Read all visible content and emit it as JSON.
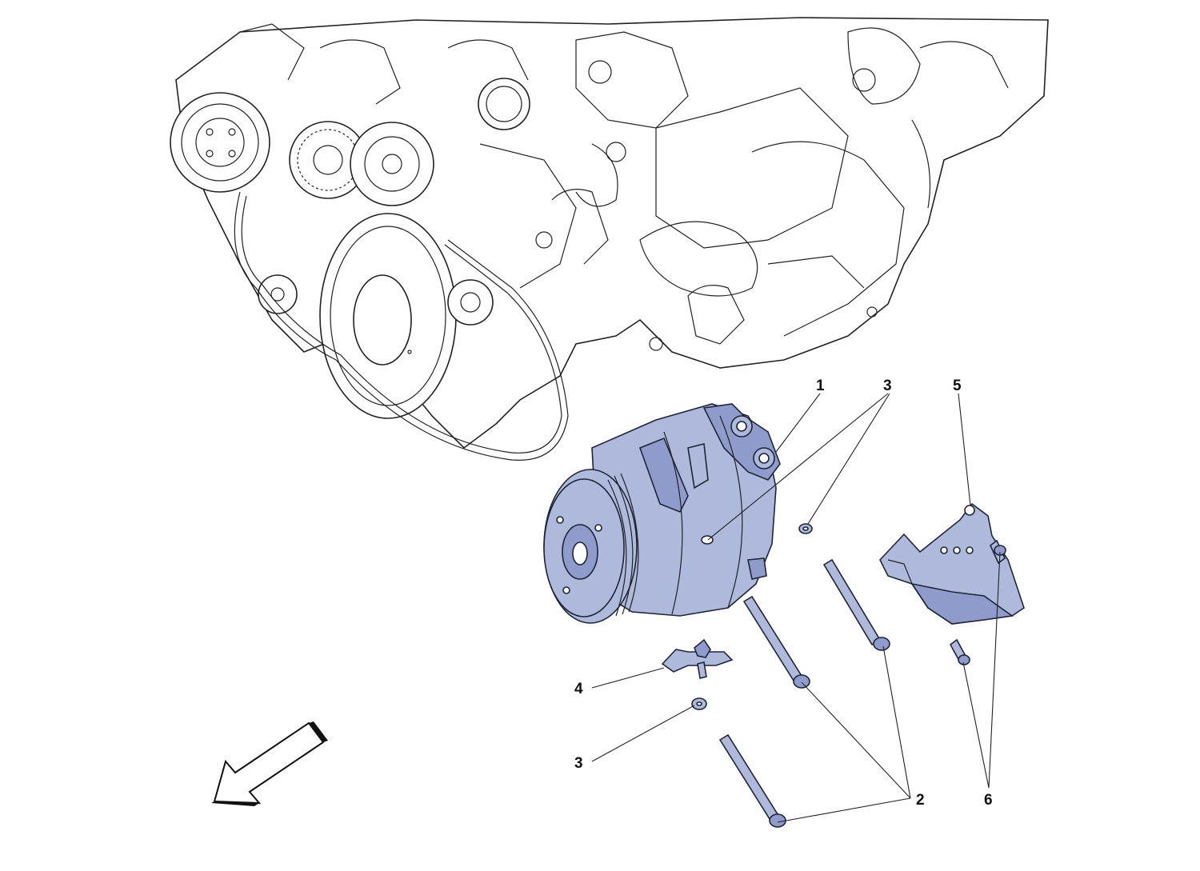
{
  "colors": {
    "part_fill": "#aeb9dc",
    "part_fill_dark": "#8f9ccb",
    "engine_stroke": "#222222",
    "background": "#ffffff"
  },
  "callouts": {
    "c1": "1",
    "c2": "2",
    "c3a": "3",
    "c3b": "3",
    "c4": "4",
    "c5": "5",
    "c6": "6"
  }
}
